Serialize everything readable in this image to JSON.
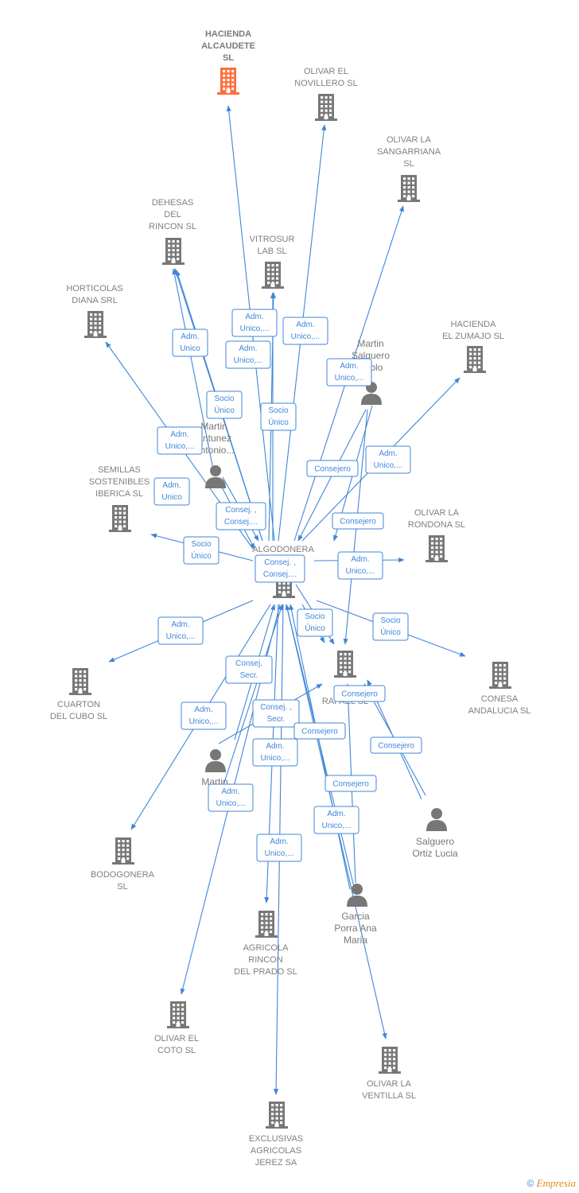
{
  "colors": {
    "edge": "#3f86d8",
    "building": "#777777",
    "highlight": "#ff6d3a",
    "person": "#777777"
  },
  "nodes": [
    {
      "id": "hacienda_alcaudete",
      "type": "company",
      "highlight": true,
      "icon": "building-icon",
      "lines": [
        "HACIENDA",
        "ALCAUDETE",
        "SL"
      ]
    },
    {
      "id": "olivar_novillero",
      "type": "company",
      "icon": "building-icon",
      "lines": [
        "OLIVAR EL",
        "NOVILLERO  SL"
      ]
    },
    {
      "id": "olivar_sangarriana",
      "type": "company",
      "icon": "building-icon",
      "lines": [
        "OLIVAR LA",
        "SANGARRIANA",
        "SL"
      ]
    },
    {
      "id": "dehesas_rincon",
      "type": "company",
      "icon": "building-icon",
      "lines": [
        "DEHESAS",
        "DEL",
        "RINCON  SL"
      ]
    },
    {
      "id": "vitrosur",
      "type": "company",
      "icon": "building-icon",
      "lines": [
        "VITROSUR",
        "LAB SL"
      ]
    },
    {
      "id": "horticolas_diana",
      "type": "company",
      "icon": "building-icon",
      "lines": [
        "HORTICOLAS",
        "DIANA SRL"
      ]
    },
    {
      "id": "hacienda_zumajo",
      "type": "company",
      "icon": "building-icon",
      "lines": [
        "HACIENDA",
        "EL ZUMAJO  SL"
      ]
    },
    {
      "id": "semillas_sostenibles",
      "type": "company",
      "icon": "building-icon",
      "lines": [
        "SEMILLAS",
        "SOSTENIBLES",
        "IBERICA SL"
      ]
    },
    {
      "id": "olivar_rondona",
      "type": "company",
      "icon": "building-icon",
      "lines": [
        "OLIVAR LA",
        "RONDONA  SL"
      ]
    },
    {
      "id": "algodonera",
      "type": "company",
      "icon": "building-icon",
      "lines": [
        "ALGODONERA",
        "A"
      ]
    },
    {
      "id": "cuarton_cubo",
      "type": "company",
      "icon": "building-icon",
      "lines": [
        "CUARTON",
        "DEL CUBO SL"
      ]
    },
    {
      "id": "olivar_rafael",
      "type": "company",
      "icon": "building-icon",
      "lines": [
        "OLIV",
        "RAFAEL  SL"
      ]
    },
    {
      "id": "conesa_andalucia",
      "type": "company",
      "icon": "building-icon",
      "lines": [
        "CONESA",
        "ANDALUCIA  SL"
      ]
    },
    {
      "id": "bodogonera",
      "type": "company",
      "icon": "building-icon",
      "lines": [
        "BODOGONERA",
        "SL"
      ]
    },
    {
      "id": "agricola_rincon",
      "type": "company",
      "icon": "building-icon",
      "lines": [
        "AGRICOLA",
        "RINCON",
        "DEL PRADO SL"
      ]
    },
    {
      "id": "olivar_coto",
      "type": "company",
      "icon": "building-icon",
      "lines": [
        "OLIVAR EL",
        "COTO  SL"
      ]
    },
    {
      "id": "olivar_ventilla",
      "type": "company",
      "icon": "building-icon",
      "lines": [
        "OLIVAR LA",
        "VENTILLA  SL"
      ]
    },
    {
      "id": "exclusivas_agricolas",
      "type": "company",
      "icon": "building-icon",
      "lines": [
        "EXCLUSIVAS",
        "AGRICOLAS",
        "JEREZ SA"
      ]
    },
    {
      "id": "martin_salguero_pablo",
      "type": "person",
      "icon": "person-icon",
      "lines": [
        "Martin",
        "Salguero",
        "Pablo"
      ]
    },
    {
      "id": "martin_antunez",
      "type": "person",
      "icon": "person-icon",
      "lines": [
        "Martin",
        "Antunez",
        "Antonio..."
      ]
    },
    {
      "id": "martin_salguero_an",
      "type": "person",
      "icon": "person-icon",
      "lines": [
        "Martin",
        "Sal",
        "An"
      ]
    },
    {
      "id": "salguero_ortiz",
      "type": "person",
      "icon": "person-icon",
      "lines": [
        "Salguero",
        "Ortiz Lucia"
      ]
    },
    {
      "id": "garcia_porra",
      "type": "person",
      "icon": "person-icon",
      "lines": [
        "Garcia",
        "Porra Ana",
        "Maria"
      ]
    }
  ],
  "badges": [
    {
      "lines": [
        "Adm.",
        "Unico"
      ]
    },
    {
      "lines": [
        "Adm.",
        "Unico,..."
      ]
    },
    {
      "lines": [
        "Adm.",
        "Unico,..."
      ]
    },
    {
      "lines": [
        "Adm.",
        "Unico,..."
      ]
    },
    {
      "lines": [
        "Adm.",
        "Unico,..."
      ]
    },
    {
      "lines": [
        "Socio",
        "Único"
      ]
    },
    {
      "lines": [
        "Socio",
        "Único"
      ]
    },
    {
      "lines": [
        "Adm.",
        "Unico,..."
      ]
    },
    {
      "lines": [
        "Adm.",
        "Unico"
      ]
    },
    {
      "lines": [
        "Consejero"
      ]
    },
    {
      "lines": [
        "Adm.",
        "Unico,..."
      ]
    },
    {
      "lines": [
        "Consej. ,",
        "Consej...."
      ]
    },
    {
      "lines": [
        "Consejero"
      ]
    },
    {
      "lines": [
        "Socio",
        "Único"
      ]
    },
    {
      "lines": [
        "Consej. ,",
        "Consej...."
      ]
    },
    {
      "lines": [
        "Adm.",
        "Unico,..."
      ]
    },
    {
      "lines": [
        "Adm.",
        "Unico,..."
      ]
    },
    {
      "lines": [
        "Socio",
        "Único"
      ]
    },
    {
      "lines": [
        "Socio",
        "Único"
      ]
    },
    {
      "lines": [
        "Consej.",
        "Secr."
      ]
    },
    {
      "lines": [
        "Consejero"
      ]
    },
    {
      "lines": [
        "Adm.",
        "Unico,..."
      ]
    },
    {
      "lines": [
        "Consej. ,",
        "Secr."
      ]
    },
    {
      "lines": [
        "Consejero"
      ]
    },
    {
      "lines": [
        "Consejero"
      ]
    },
    {
      "lines": [
        "Adm.",
        "Unico,..."
      ]
    },
    {
      "lines": [
        "Consejero"
      ]
    },
    {
      "lines": [
        "Adm.",
        "Unico,..."
      ]
    },
    {
      "lines": [
        "Adm.",
        "Unico,..."
      ]
    },
    {
      "lines": [
        "Adm.",
        "Unico,..."
      ]
    }
  ],
  "footer": {
    "copyright": "©",
    "brand": "Empresia"
  }
}
